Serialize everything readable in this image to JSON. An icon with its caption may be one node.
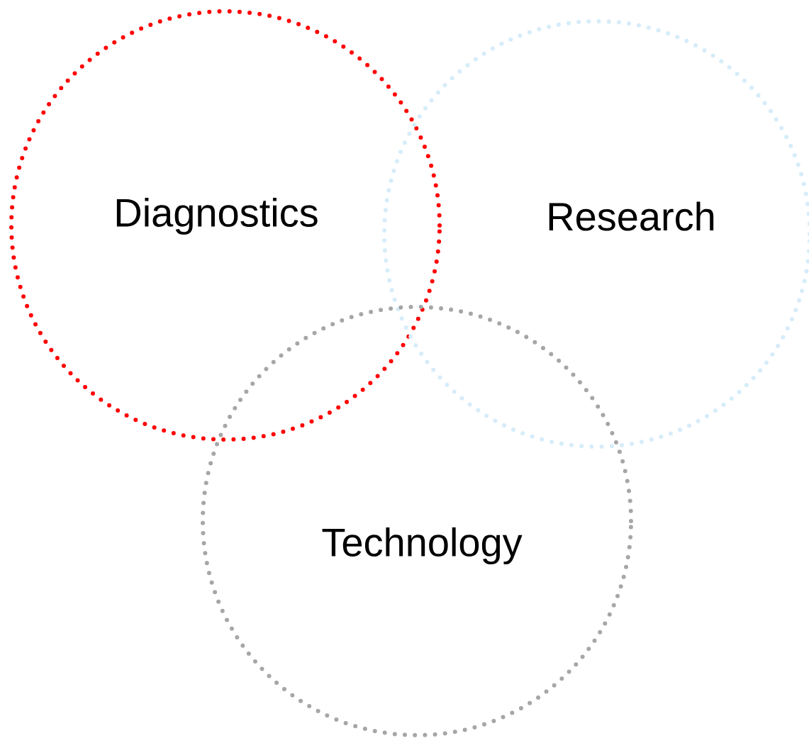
{
  "diagram": {
    "nodes": [
      {
        "text": [
          "Diagnostics"
        ]
      },
      {
        "text": [
          "Research"
        ]
      },
      {
        "text": [
          "Technology"
        ]
      }
    ]
  }
}
